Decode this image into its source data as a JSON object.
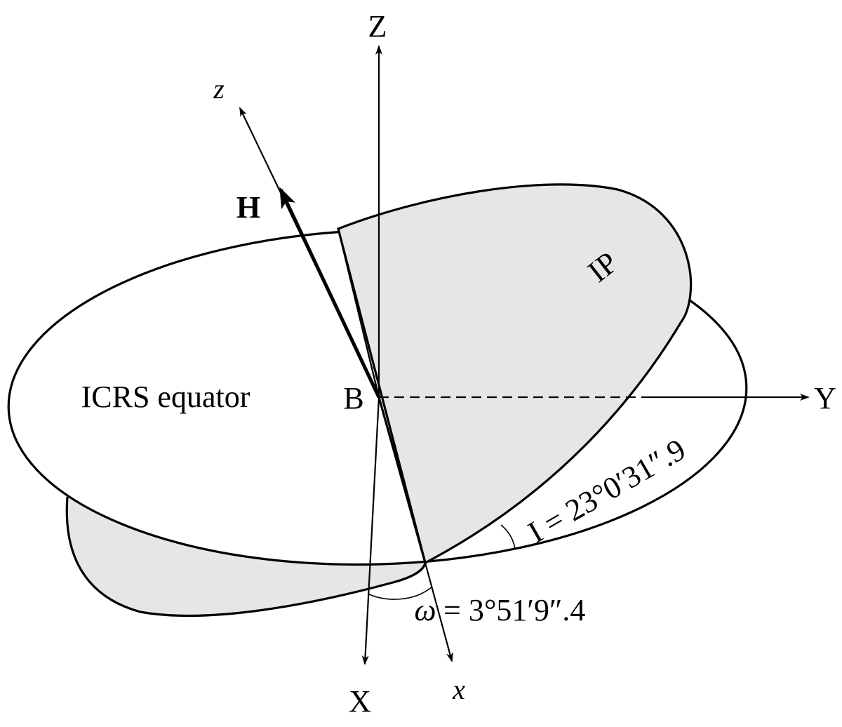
{
  "axes": {
    "Z": "Z",
    "Y": "Y",
    "X": "X",
    "z": "z",
    "x": "x"
  },
  "vector": {
    "H": "H"
  },
  "planes": {
    "equator": "ICRS equator",
    "invariable": "IP"
  },
  "origin": "B",
  "angles": {
    "inclination": "I = 23°0′31″.9",
    "omega_symbol": "ω",
    "omega_value": "= 3°51′9″.4"
  },
  "colors": {
    "ip_fill": "#e6e6e6",
    "equator_fill": "#ffffff",
    "ink": "#000000"
  }
}
